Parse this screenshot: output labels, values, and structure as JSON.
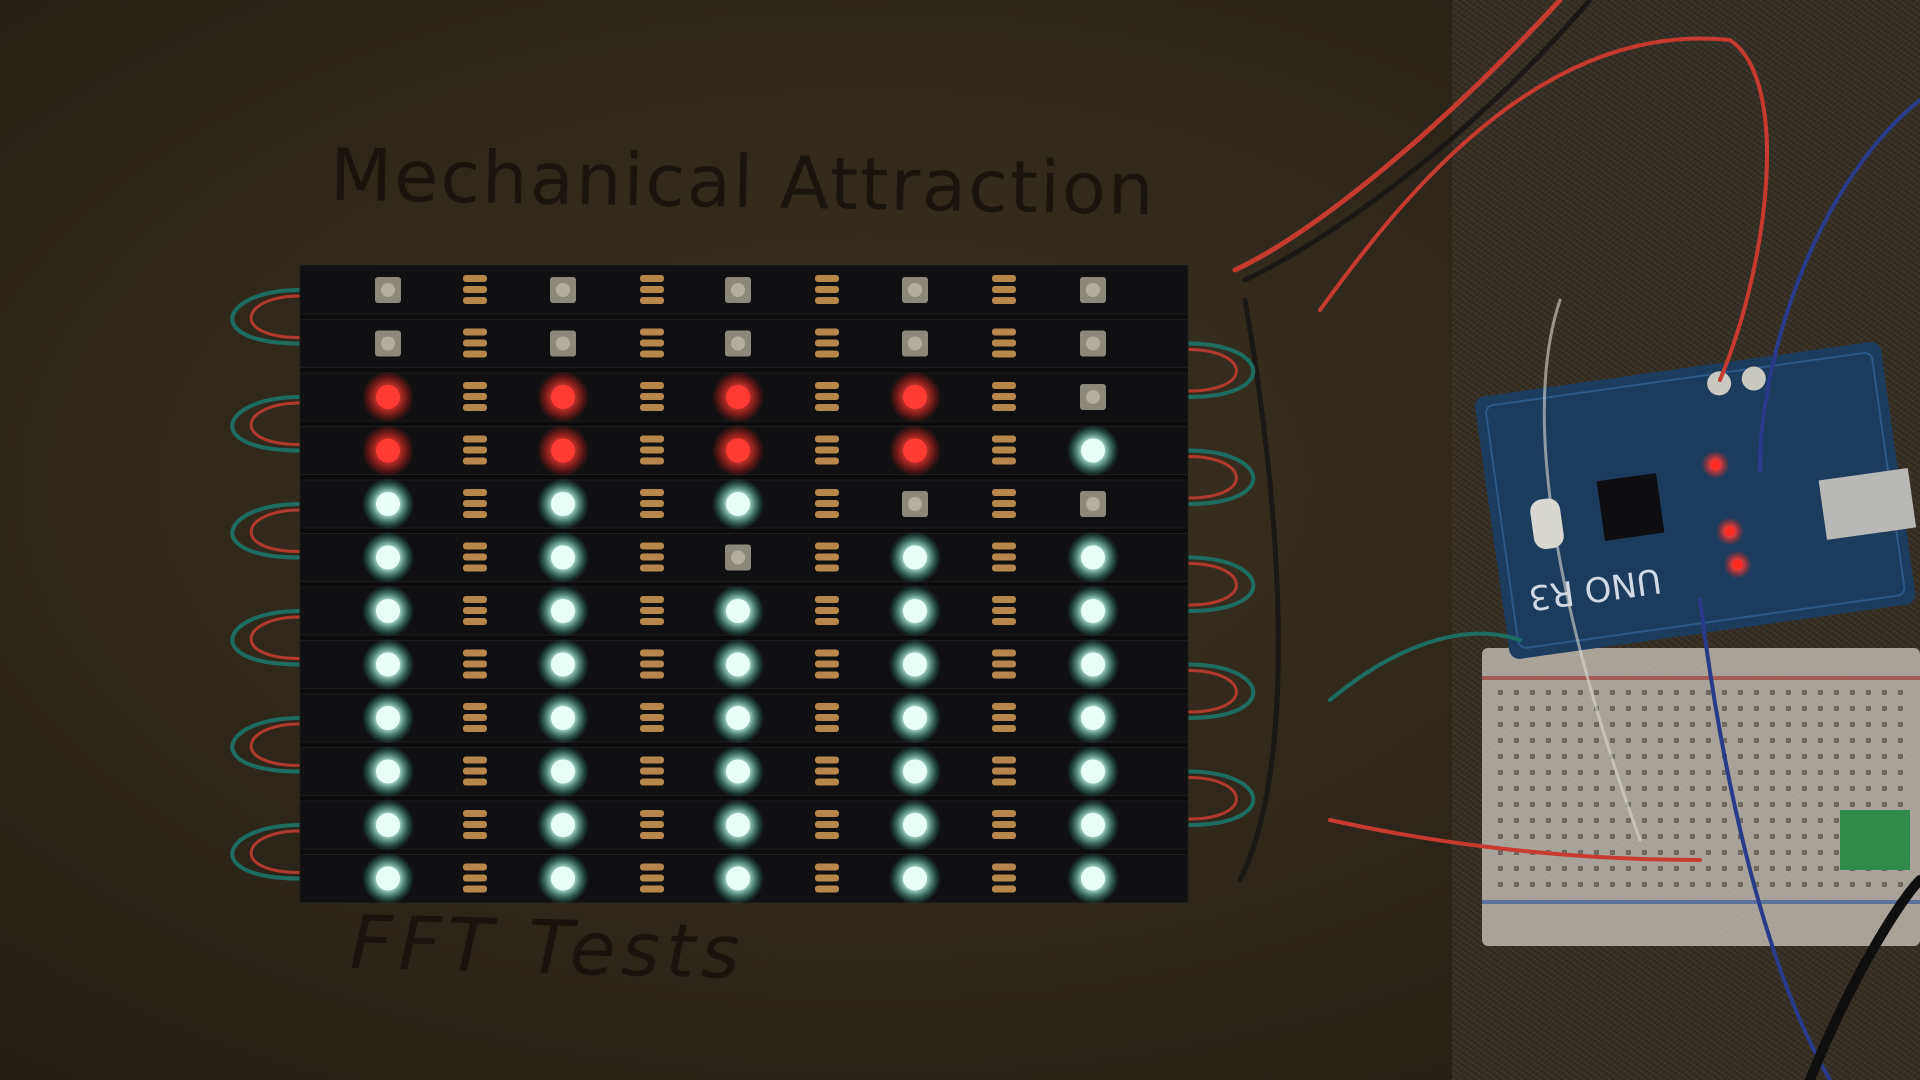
{
  "scene": {
    "title_handwriting": "Mechanical Attraction",
    "subtitle_handwriting": "FFT Tests",
    "board_label": "UNO R3"
  },
  "led_matrix": {
    "columns": 5,
    "rows": 12,
    "colors": {
      "off": "#8d887c",
      "red": "#ff3b34",
      "white": "#e8fff8"
    },
    "states": [
      [
        "off",
        "off",
        "off",
        "off",
        "off"
      ],
      [
        "off",
        "off",
        "off",
        "off",
        "off"
      ],
      [
        "red",
        "red",
        "red",
        "red",
        "off"
      ],
      [
        "red",
        "red",
        "red",
        "red",
        "white"
      ],
      [
        "white",
        "white",
        "white",
        "off",
        "off"
      ],
      [
        "white",
        "white",
        "off",
        "white",
        "white"
      ],
      [
        "white",
        "white",
        "white",
        "white",
        "white"
      ],
      [
        "white",
        "white",
        "white",
        "white",
        "white"
      ],
      [
        "white",
        "white",
        "white",
        "white",
        "white"
      ],
      [
        "white",
        "white",
        "white",
        "white",
        "white"
      ],
      [
        "white",
        "white",
        "white",
        "white",
        "white"
      ],
      [
        "white",
        "white",
        "white",
        "white",
        "white"
      ]
    ]
  },
  "arduino": {
    "status_leds": [
      "#ff2a20",
      "#ff2a20",
      "#ff2a20"
    ]
  }
}
